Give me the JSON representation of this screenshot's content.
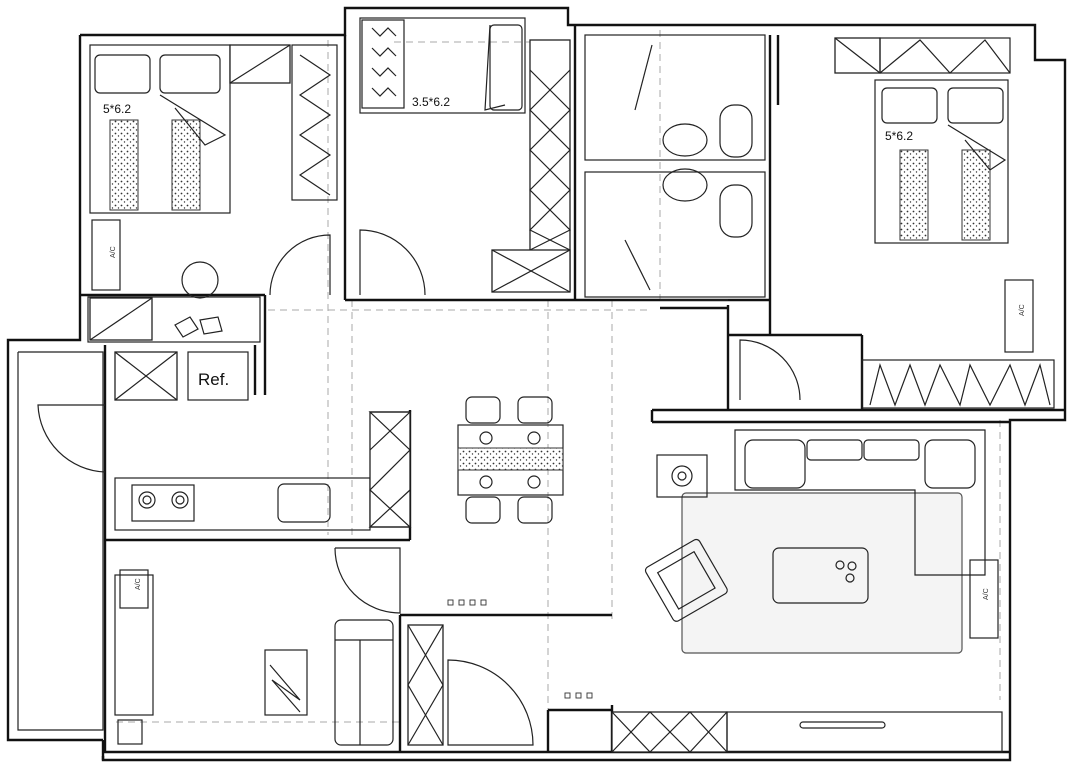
{
  "labels": {
    "bedroom_left": "5*6.2",
    "bedroom_middle": "3.5*6.2",
    "bedroom_right": "5*6.2",
    "refrigerator": "Ref.",
    "ac_bedroom_left": "A/C",
    "ac_bedroom_right": "A/C",
    "ac_study": "A/C",
    "ac_living": "A/C"
  },
  "colors": {
    "wall": "#111111",
    "furniture_line": "#222222",
    "dashed_guide": "#aaaaaa",
    "rug_fill": "#f4f4f4",
    "background": "#ffffff"
  }
}
